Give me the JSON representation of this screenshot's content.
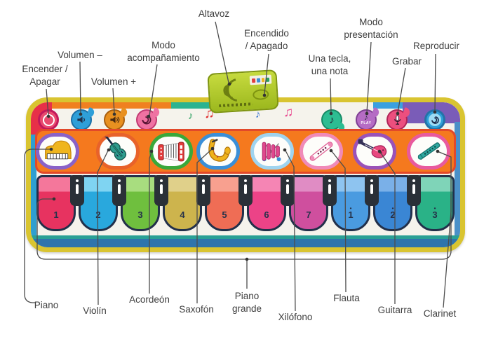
{
  "annotations": {
    "top": [
      {
        "id": "power",
        "lines": [
          "Encender /",
          "Apagar"
        ]
      },
      {
        "id": "volume_down",
        "lines": [
          "Volumen –"
        ]
      },
      {
        "id": "volume_up",
        "lines": [
          "Volumen +"
        ]
      },
      {
        "id": "accompaniment",
        "lines": [
          "Modo",
          "acompañamiento"
        ]
      },
      {
        "id": "speaker",
        "lines": [
          "Altavoz"
        ]
      },
      {
        "id": "on_off",
        "lines": [
          "Encendido",
          "/ Apagado"
        ]
      },
      {
        "id": "one_key_one_note",
        "lines": [
          "Una tecla,",
          "una nota"
        ]
      },
      {
        "id": "demo_mode",
        "lines": [
          "Modo",
          "presentación"
        ]
      },
      {
        "id": "record",
        "lines": [
          "Grabar"
        ]
      },
      {
        "id": "play",
        "lines": [
          "Reproducir"
        ]
      }
    ],
    "bottom": [
      {
        "id": "piano",
        "lines": [
          "Piano"
        ]
      },
      {
        "id": "violin",
        "lines": [
          "Violín"
        ]
      },
      {
        "id": "accordion",
        "lines": [
          "Acordeón"
        ]
      },
      {
        "id": "saxophone",
        "lines": [
          "Saxofón"
        ]
      },
      {
        "id": "grand_piano",
        "lines": [
          "Piano",
          "grande"
        ]
      },
      {
        "id": "xylophone",
        "lines": [
          "Xilófono"
        ]
      },
      {
        "id": "flute",
        "lines": [
          "Flauta"
        ]
      },
      {
        "id": "guitar",
        "lines": [
          "Guitarra"
        ]
      },
      {
        "id": "clarinet",
        "lines": [
          "Clarinet"
        ]
      }
    ]
  },
  "mat": {
    "control_buttons": [
      {
        "icon": "power-icon"
      },
      {
        "icon": "volume-down-icon"
      },
      {
        "icon": "volume-up-icon"
      },
      {
        "icon": "accompaniment-icon"
      },
      {
        "icon": "one-key-one-note-icon"
      },
      {
        "icon": "demo-play-icon",
        "label": "PLAY"
      },
      {
        "icon": "microphone-icon"
      },
      {
        "icon": "play-icon"
      }
    ],
    "deco_notes": [
      "♪",
      "♫",
      "♪",
      "♫"
    ],
    "instruments": [
      {
        "icon": "piano-icon"
      },
      {
        "icon": "violin-icon"
      },
      {
        "icon": "accordion-icon"
      },
      {
        "icon": "saxophone-icon"
      },
      {
        "icon": "xylophone-icon"
      },
      {
        "icon": "flute-icon"
      },
      {
        "icon": "guitar-icon"
      },
      {
        "icon": "clarinet-icon"
      }
    ],
    "keys": [
      {
        "num": "1",
        "dot": ""
      },
      {
        "num": "2",
        "dot": ""
      },
      {
        "num": "3",
        "dot": ""
      },
      {
        "num": "4",
        "dot": ""
      },
      {
        "num": "5",
        "dot": ""
      },
      {
        "num": "6",
        "dot": ""
      },
      {
        "num": "7",
        "dot": ""
      },
      {
        "num": "1",
        "dot": "•"
      },
      {
        "num": "2",
        "dot": "•"
      },
      {
        "num": "3",
        "dot": "•"
      }
    ]
  },
  "colors": {
    "mat_border": "#d9c430",
    "band_orange": "#f5791e",
    "edge_blue": "#2f9fd0",
    "unit_green": "#b4cc2c",
    "label_text": "#3d3d3d"
  }
}
